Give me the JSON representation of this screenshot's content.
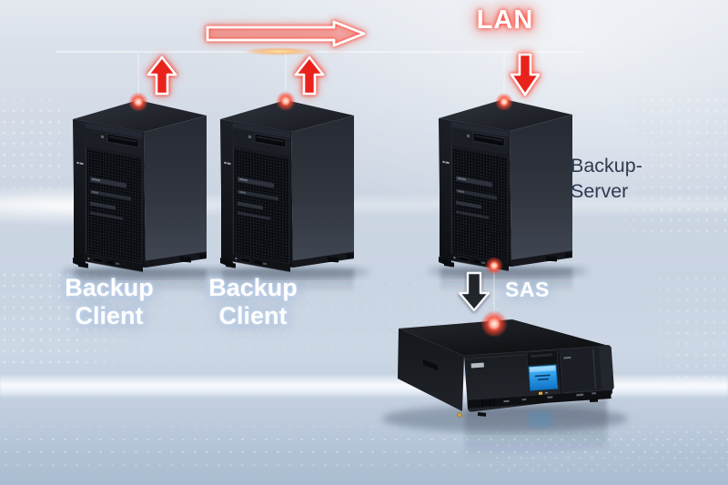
{
  "labels": {
    "lan": "LAN",
    "sas": "SAS",
    "client1": {
      "line1": "Backup",
      "line2": "Client"
    },
    "client2": {
      "line1": "Backup",
      "line2": "Client"
    },
    "server": {
      "line1": "Backup-",
      "line2": "Server"
    }
  },
  "icons": {
    "client1_uplink": "block-arrow-up",
    "client2_uplink": "block-arrow-up",
    "lan_flow": "block-arrow-right-outline",
    "lan_downlink": "block-arrow-down",
    "sas_link": "block-arrow-down-dark"
  },
  "devices": {
    "client1": "tower-server",
    "client2": "tower-server",
    "server": "tower-server",
    "storage": "tape-library-unit"
  },
  "colors": {
    "lan_red": "#ff2a1c",
    "hotspot_orange": "#ffcf7a",
    "label_navy": "#2e3a50",
    "label_white": "#ffffff",
    "lcd_blue": "#2d9fe8",
    "chassis_dark": "#15181e",
    "background_top": "#e3e8ef",
    "background_floor": "#aabcd1"
  }
}
